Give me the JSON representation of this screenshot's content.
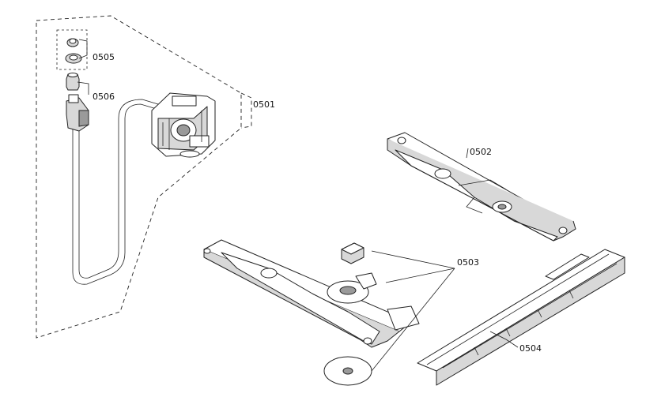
{
  "callouts": {
    "c0501": "0501",
    "c0502": "0502",
    "c0503": "0503",
    "c0504": "0504",
    "c0505": "0505",
    "c0506": "0506"
  }
}
